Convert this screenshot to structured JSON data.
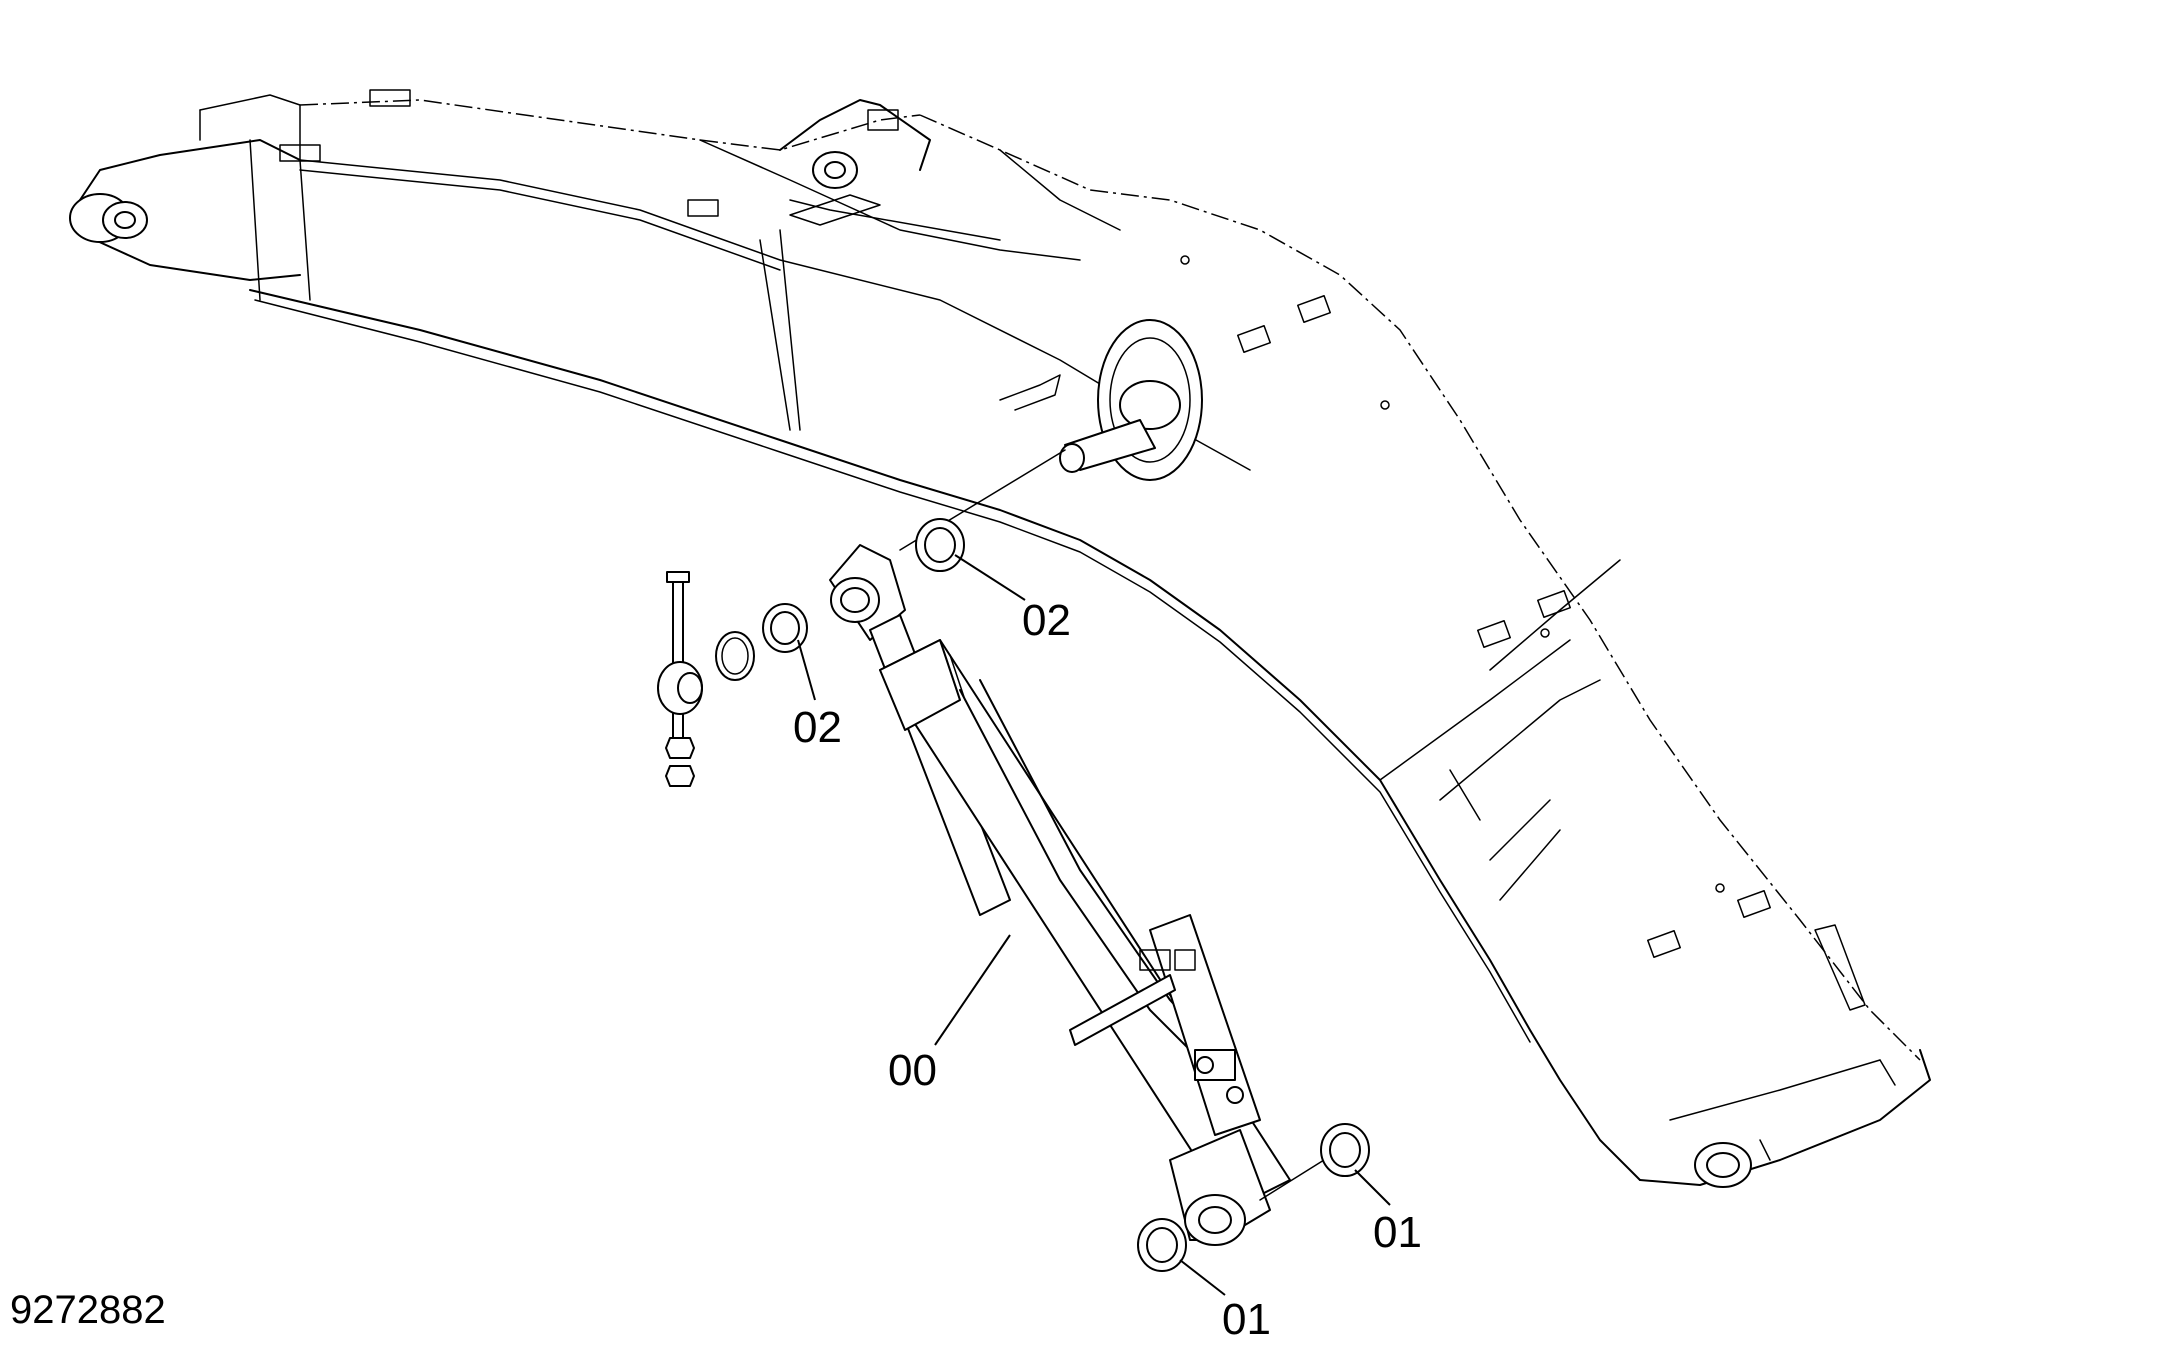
{
  "drawing_number": "9272882",
  "callouts": [
    {
      "id": "c-02-right",
      "label": "02"
    },
    {
      "id": "c-02-left",
      "label": "02"
    },
    {
      "id": "c-00",
      "label": "00"
    },
    {
      "id": "c-01-right",
      "label": "01"
    },
    {
      "id": "c-01-bottom",
      "label": "01"
    }
  ]
}
